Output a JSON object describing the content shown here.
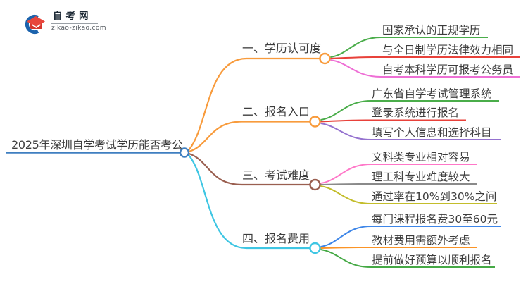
{
  "logo": {
    "site_name": "自考网",
    "site_url": "zikao-zikao.com",
    "icon_blue": "#1c63ad",
    "icon_red": "#e8463c",
    "icon_red_dark": "#d6372e"
  },
  "mindmap": {
    "root": {
      "label": "2025年深圳自学考试学历能否考公",
      "color": "#3f7fc0"
    },
    "branches": [
      {
        "label": "一、学历认可度",
        "color": "#f89b3c",
        "children": [
          {
            "label": "国家承认的正规学历",
            "color": "#4aad4a"
          },
          {
            "label": "与全日制学历法律效力相同",
            "color": "#e8413a"
          },
          {
            "label": "自考本科学历可报考公务员",
            "color": "#ee6fd5"
          }
        ]
      },
      {
        "label": "二、报名入口",
        "color": "#f89b3c",
        "children": [
          {
            "label": "广东省自学考试管理系统",
            "color": "#4aad4a"
          },
          {
            "label": "登录系统进行报名",
            "color": "#e8413a"
          },
          {
            "label": "填写个人信息和选择科目",
            "color": "#9572cf"
          }
        ]
      },
      {
        "label": "三、考试难度",
        "color": "#9a5f50",
        "children": [
          {
            "label": "文科类专业相对容易",
            "color": "#ff77c8"
          },
          {
            "label": "理工科专业难度较大",
            "color": "#8a8a8a"
          },
          {
            "label": "通过率在10%到30%之间",
            "color": "#c3bd2b"
          }
        ]
      },
      {
        "label": "四、报名费用",
        "color": "#3fc6e3",
        "children": [
          {
            "label": "每门课程报名费30至60元",
            "color": "#3e86e8"
          },
          {
            "label": "教材费用需额外考虑",
            "color": "#fb9426"
          },
          {
            "label": "提前做好预算以顺利报名",
            "color": "#45a945"
          }
        ]
      }
    ]
  }
}
